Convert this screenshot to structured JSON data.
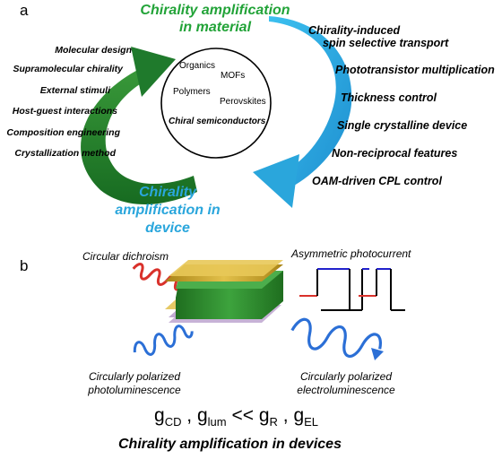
{
  "panel_a": {
    "label": "a",
    "green_title": [
      "Chirality amplification",
      "in material"
    ],
    "blue_title": [
      "Chirality",
      "amplification in",
      "device"
    ],
    "left_items": [
      "Molecular design",
      "Supramolecular chirality",
      "External stimuli",
      "Host-guest interactions",
      "Composition engineering",
      "Crystallization method"
    ],
    "right_items": [
      "Chirality-induced",
      "spin selective transport",
      "Phototransistor multiplication",
      "Thickness control",
      "Single crystalline device",
      "Non-reciprocal features",
      "OAM-driven CPL control"
    ],
    "circle_items": {
      "organics": "Organics",
      "mofs": "MOFs",
      "polymers": "Polymers",
      "perovskites": "Perovskites",
      "chiral": "Chiral semiconductors"
    },
    "colors": {
      "green_arrow": "#1f7a2c",
      "blue_arrow": "#29a3db",
      "green_text": "#22a338",
      "blue_text": "#2aa6dc"
    }
  },
  "panel_b": {
    "label": "b",
    "circular_dichroism": "Circular dichroism",
    "asymmetric_photocurrent": "Asymmetric photocurrent",
    "cp_photolum": [
      "Circularly polarized",
      "photoluminescence"
    ],
    "cp_electrolum": [
      "Circularly polarized",
      "electroluminescence"
    ],
    "formula": {
      "g": "g",
      "cd": "CD",
      "lum": "lum",
      "op": "<<",
      "r": "R",
      "el": "EL"
    },
    "bottom_title": "Chirality amplification in devices",
    "colors": {
      "red_helix": "#d9312b",
      "blue_helix": "#2b6fd6",
      "device_green": "#2e8b2e",
      "gold": "#c9a227"
    }
  }
}
